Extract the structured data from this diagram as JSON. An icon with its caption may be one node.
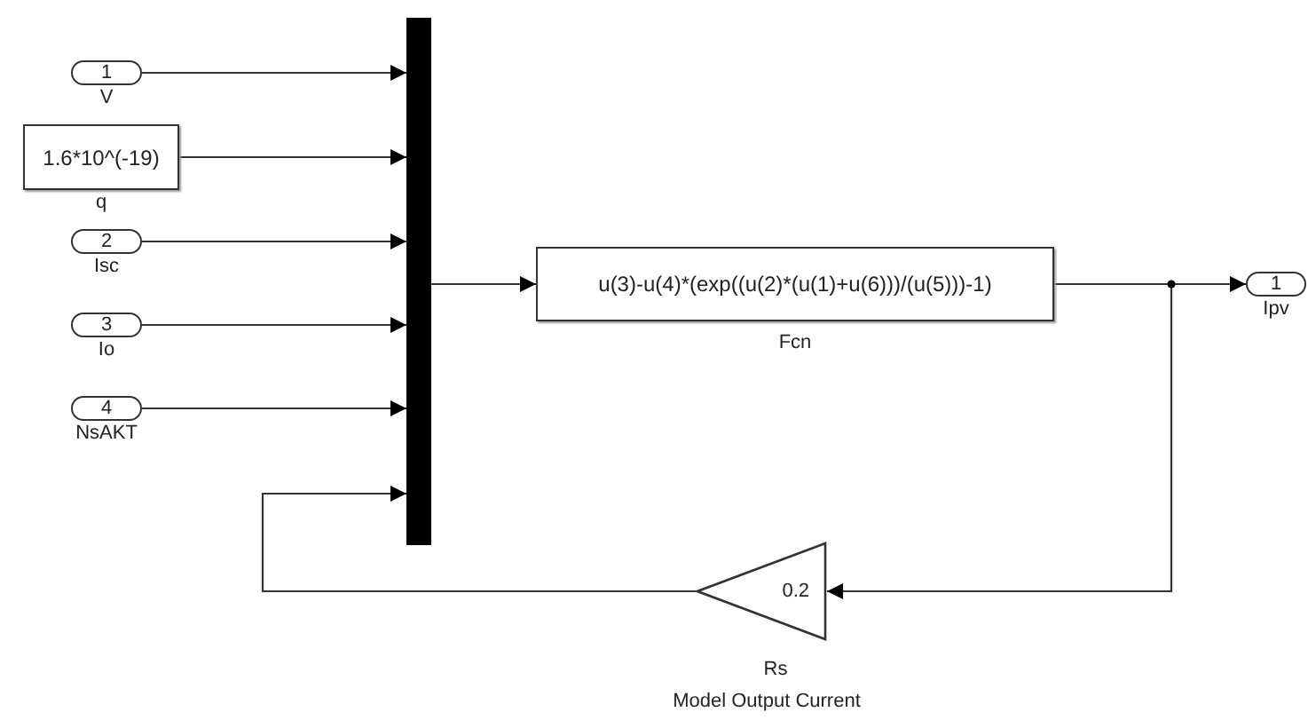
{
  "diagram": {
    "caption": "Model Output Current",
    "nodes": [
      {
        "text": [
          "1"
        ],
        "beside": [
          "V"
        ]
      },
      {
        "text": [
          "1.6*10^(-19)"
        ],
        "beside": [
          "q"
        ]
      },
      {
        "text": [
          "2"
        ],
        "beside": [
          "Isc"
        ]
      },
      {
        "text": [
          "3"
        ],
        "beside": [
          "Io"
        ]
      },
      {
        "text": [
          "4"
        ],
        "beside": [
          "NsAKT"
        ]
      },
      {
        "text": [],
        "shape": "bar"
      },
      {
        "text": [
          "u(3)-u(4)*(exp((u(2)*(u(1)+u(6)))/(u(5)))-1)"
        ],
        "beside": [
          "Fcn"
        ]
      },
      {
        "text": [
          "1"
        ],
        "beside": [
          "Ipv"
        ]
      },
      {
        "text": [
          "0.2"
        ],
        "beside": [
          "Rs"
        ]
      }
    ],
    "edges": [
      {
        "from": 0,
        "to": 5,
        "arrow": "to"
      },
      {
        "from": 1,
        "to": 5,
        "arrow": "to"
      },
      {
        "from": 2,
        "to": 5,
        "arrow": "to"
      },
      {
        "from": 3,
        "to": 5,
        "arrow": "to"
      },
      {
        "from": 4,
        "to": 5,
        "arrow": "to"
      },
      {
        "from": 5,
        "to": 6,
        "arrow": "to"
      },
      {
        "from": 6,
        "to": 7,
        "arrow": "to"
      },
      {
        "from": 6,
        "to": 8,
        "arrow": "to"
      },
      {
        "from": 8,
        "to": 5,
        "arrow": "to"
      }
    ]
  }
}
